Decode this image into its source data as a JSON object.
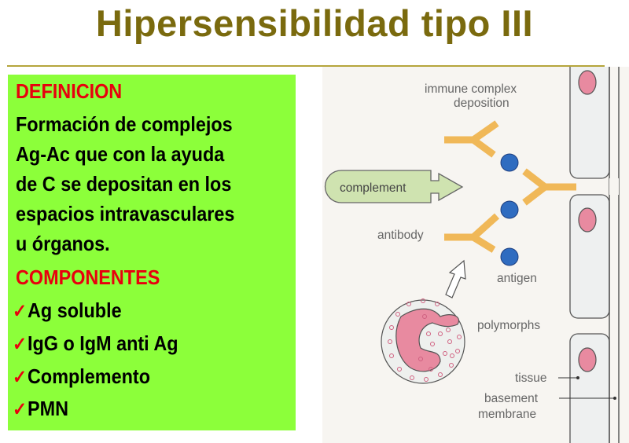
{
  "title": "Hipersensibilidad tipo III",
  "definition": {
    "heading": "DEFINICION",
    "lines": [
      "Formación de complejos",
      "Ag-Ac que con la ayuda",
      "de C se depositan en los",
      "espacios intravasculares",
      "u órganos."
    ]
  },
  "components": {
    "heading": "COMPONENTES",
    "check_icon": "✓",
    "items": [
      "Ag soluble",
      "IgG o IgM anti Ag",
      "Complemento",
      "PMN"
    ]
  },
  "figure": {
    "labels": {
      "immune_complex_1": "immune complex",
      "immune_complex_2": "deposition",
      "complement": "complement",
      "antibody": "antibody",
      "antigen": "antigen",
      "polymorphs": "polymorphs",
      "tissue": "tissue",
      "basement_1": "basement",
      "basement_2": "membrane"
    }
  },
  "colors": {
    "title": "#7a6a0e",
    "box": "#8cff3a",
    "heading": "#e8000e",
    "antibody": "#f0b858",
    "antigen": "#2f6cc0"
  }
}
